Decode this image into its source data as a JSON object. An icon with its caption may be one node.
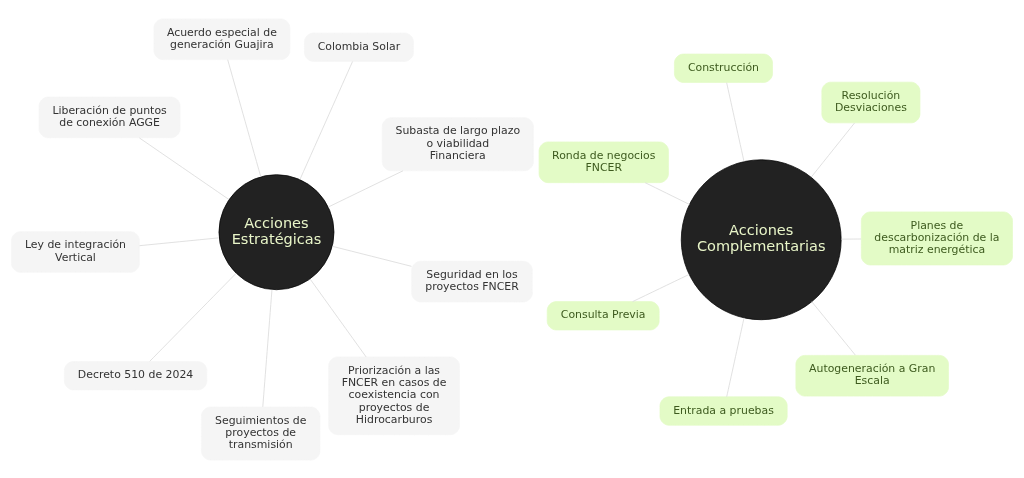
{
  "diagram": {
    "nodes": [
      {
        "text": [
          "Acciones Estratégicas"
        ]
      },
      {
        "text": [
          "Subasta de largo plazo o viabilidad Financiera"
        ]
      },
      {
        "text": [
          "Seguimientos de proyectos de transmisión"
        ]
      },
      {
        "text": [
          "Liberación de puntos de conexión AGGE"
        ]
      },
      {
        "text": [
          "Colombia Solar"
        ]
      },
      {
        "text": [
          "Acuerdo especial de generación Guajira"
        ]
      },
      {
        "text": [
          "Ley de integración Vertical"
        ]
      },
      {
        "text": [
          "Seguridad en los proyectos FNCER"
        ]
      },
      {
        "text": [
          "Decreto 510 de 2024"
        ]
      },
      {
        "text": [
          "Priorización a las FNCER en casos de coexistencia con proyectos de Hidrocarburos"
        ]
      },
      {
        "text": [
          "Acciones Complementarias"
        ]
      },
      {
        "text": [
          "Planes de descarbonización de la matriz energética"
        ]
      },
      {
        "text": [
          "Entrada a pruebas"
        ]
      },
      {
        "text": [
          "Ronda de negocios FNCER"
        ]
      },
      {
        "text": [
          "Resolución Desviaciones"
        ]
      },
      {
        "text": [
          "Construcción"
        ]
      },
      {
        "text": [
          "Consulta Previa"
        ]
      },
      {
        "text": [
          "Autogeneración a Gran Escala"
        ]
      }
    ],
    "edges": [
      {
        "from": 0,
        "to": 1,
        "arrow": "none"
      },
      {
        "from": 0,
        "to": 2,
        "arrow": "none"
      },
      {
        "from": 0,
        "to": 3,
        "arrow": "none"
      },
      {
        "from": 0,
        "to": 4,
        "arrow": "none"
      },
      {
        "from": 0,
        "to": 5,
        "arrow": "none"
      },
      {
        "from": 0,
        "to": 6,
        "arrow": "none"
      },
      {
        "from": 0,
        "to": 7,
        "arrow": "none"
      },
      {
        "from": 0,
        "to": 8,
        "arrow": "none"
      },
      {
        "from": 0,
        "to": 9,
        "arrow": "none"
      },
      {
        "from": 10,
        "to": 11,
        "arrow": "none"
      },
      {
        "from": 10,
        "to": 12,
        "arrow": "none"
      },
      {
        "from": 10,
        "to": 13,
        "arrow": "none"
      },
      {
        "from": 10,
        "to": 14,
        "arrow": "none"
      },
      {
        "from": 10,
        "to": 15,
        "arrow": "none"
      },
      {
        "from": 10,
        "to": 16,
        "arrow": "none"
      },
      {
        "from": 10,
        "to": 17,
        "arrow": "none"
      }
    ]
  }
}
